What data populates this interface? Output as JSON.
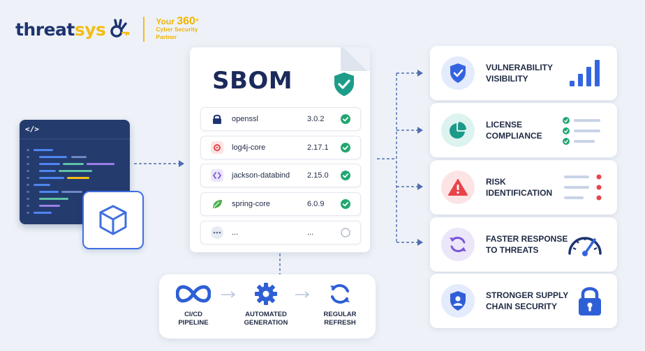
{
  "brand": {
    "name_prefix": "threat",
    "name_suffix": "sys",
    "tagline_line1": "Your",
    "tagline_number": "360",
    "tagline_unit": "°",
    "tagline_line2": "Cyber Security",
    "tagline_line3": "Partner",
    "colors": {
      "navy": "#1e3470",
      "yellow": "#f3bd14"
    }
  },
  "code_window": {
    "glyph": "</>"
  },
  "sbom": {
    "title": "SBOM",
    "libraries": [
      {
        "icon": "lock-icon",
        "name": "openssl",
        "version": "3.0.2",
        "status": "checked"
      },
      {
        "icon": "bug-icon",
        "name": "log4j-core",
        "version": "2.17.1",
        "status": "checked"
      },
      {
        "icon": "code-icon",
        "name": "jackson-databind",
        "version": "2.15.0",
        "status": "checked"
      },
      {
        "icon": "leaf-icon",
        "name": "spring-core",
        "version": "6.0.9",
        "status": "checked"
      },
      {
        "icon": "more-icon",
        "name": "...",
        "version": "...",
        "status": "pending"
      }
    ]
  },
  "pipeline": {
    "steps": [
      {
        "icon": "infinity-icon",
        "line1": "CI/CD",
        "line2": "PIPELINE"
      },
      {
        "icon": "gear-icon",
        "line1": "AUTOMATED",
        "line2": "GENERATION"
      },
      {
        "icon": "refresh-icon",
        "line1": "REGULAR",
        "line2": "REFRESH"
      }
    ]
  },
  "benefits": [
    {
      "icon": "shield-check-icon",
      "line1": "VULNERABILITY",
      "line2": "VISIBILITY",
      "color": "#3465e0",
      "bg": "#e3ebfc"
    },
    {
      "icon": "pie-chart-icon",
      "line1": "LICENSE",
      "line2": "COMPLIANCE",
      "color": "#1b9a8a",
      "bg": "#ddf3ef"
    },
    {
      "icon": "warning-icon",
      "line1": "RISK",
      "line2": "IDENTIFICATION",
      "color": "#e8444a",
      "bg": "#fde4e4"
    },
    {
      "icon": "sync-icon",
      "line1": "FASTER RESPONSE",
      "line2": "TO THREATS",
      "color": "#7b55d6",
      "bg": "#ece6fa"
    },
    {
      "icon": "shield-user-icon",
      "line1": "STRONGER SUPPLY",
      "line2": "CHAIN SECURITY",
      "color": "#2f5fd6",
      "bg": "#e3ebfc"
    }
  ]
}
